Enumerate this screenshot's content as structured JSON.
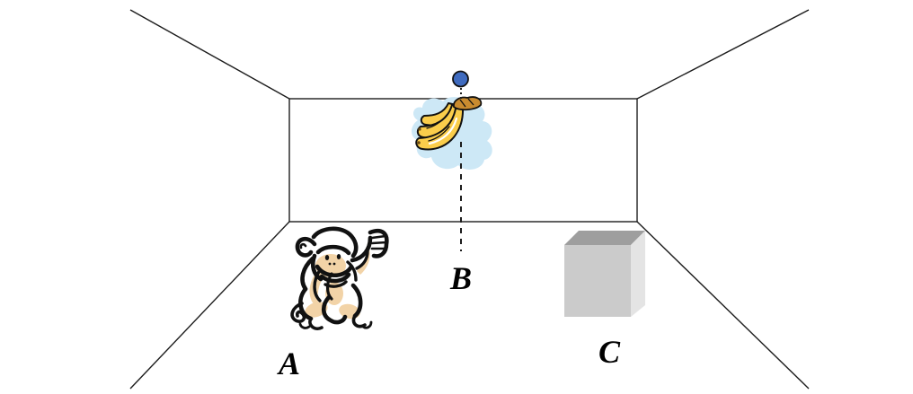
{
  "diagram": {
    "labels": {
      "a": "A",
      "b": "B",
      "c": "C"
    },
    "objects": {
      "monkey": "monkey-clipart",
      "bananas": "banana-bunch-clipart",
      "balloon": "balloon-anchor",
      "box": "gray-box"
    }
  },
  "colors": {
    "line": "#1c1c1c",
    "balloon_blue": "#3F6BBF",
    "banana_yellow": "#FACD4B",
    "banana_splash": "#CDE8F6",
    "stem_brown": "#C98B2F",
    "monkey_tan": "#F2D3A7",
    "monkey_line": "#111111",
    "box_front": "#CBCBCB",
    "box_top": "#9E9E9E",
    "box_side": "#E4E4E4"
  }
}
